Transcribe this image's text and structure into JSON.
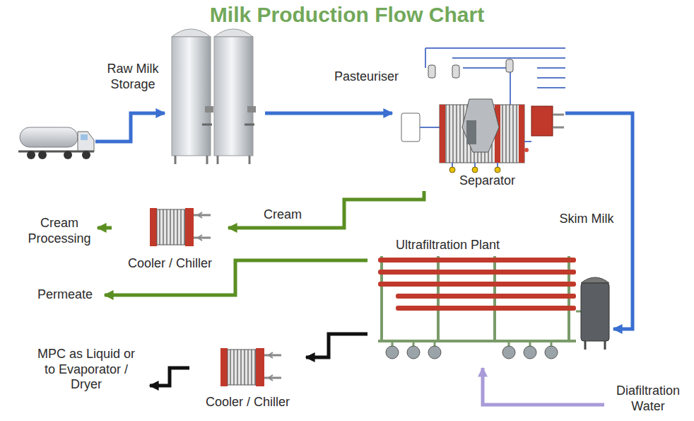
{
  "diagram": {
    "title": "Milk Production Flow Chart",
    "nodes": [
      {
        "text": [
          "Raw Milk Storage"
        ]
      },
      {
        "text": [
          "Pasteuriser",
          "Separator"
        ]
      },
      {
        "text": [
          "Cooler / Chiller"
        ]
      },
      {
        "text": [
          "Cream Processing"
        ]
      },
      {
        "text": [
          "Permeate"
        ]
      },
      {
        "text": [
          "Ultrafiltration Plant"
        ]
      },
      {
        "text": [
          "Cooler / Chiller"
        ]
      },
      {
        "text": [
          "MPC as Liquid or to Evaporator / Dryer"
        ]
      },
      {
        "text": [
          "Diafiltration Water"
        ]
      }
    ],
    "edges": [
      {
        "from": 0,
        "to": 1,
        "arrow": "to"
      },
      {
        "from": 1,
        "to": 2,
        "label": "Cream",
        "arrow": "to"
      },
      {
        "from": 2,
        "to": 3,
        "arrow": "to"
      },
      {
        "from": 1,
        "to": 5,
        "label": "Skim Milk",
        "arrow": "to"
      },
      {
        "from": 5,
        "to": 4,
        "arrow": "to"
      },
      {
        "from": 5,
        "to": 6,
        "arrow": "to"
      },
      {
        "from": 6,
        "to": 7,
        "arrow": "to"
      },
      {
        "from": 8,
        "to": 5,
        "arrow": "to"
      }
    ]
  }
}
